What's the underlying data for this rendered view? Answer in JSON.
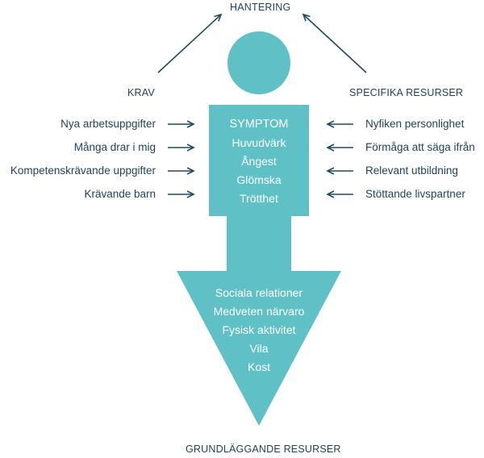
{
  "title_top": "HANTERING",
  "krav": {
    "heading": "KRAV",
    "items": [
      "Nya arbetsuppgifter",
      "Många drar i mig",
      "Kompetenskrävande uppgifter",
      "Krävande barn"
    ]
  },
  "resurser": {
    "heading": "SPECIFIKA RESURSER",
    "items": [
      "Nyfiken personlighet",
      "Förmåga att säga ifrån",
      "Relevant utbildning",
      "Stöttande livspartner"
    ]
  },
  "symptom": {
    "heading": "SYMPTOM",
    "items": [
      "Huvudvärk",
      "Ångest",
      "Glömska",
      "Trötthet"
    ]
  },
  "grund": {
    "items": [
      "Sociala relationer",
      "Medveten närvaro",
      "Fysisk aktivitet",
      "Vila",
      "Kost"
    ],
    "label": "GRUNDLÄGGANDE RESURSER"
  },
  "colors": {
    "teal": "#5fc0c5",
    "ink": "#1f3f56",
    "arrow": "#1e4a5e"
  }
}
